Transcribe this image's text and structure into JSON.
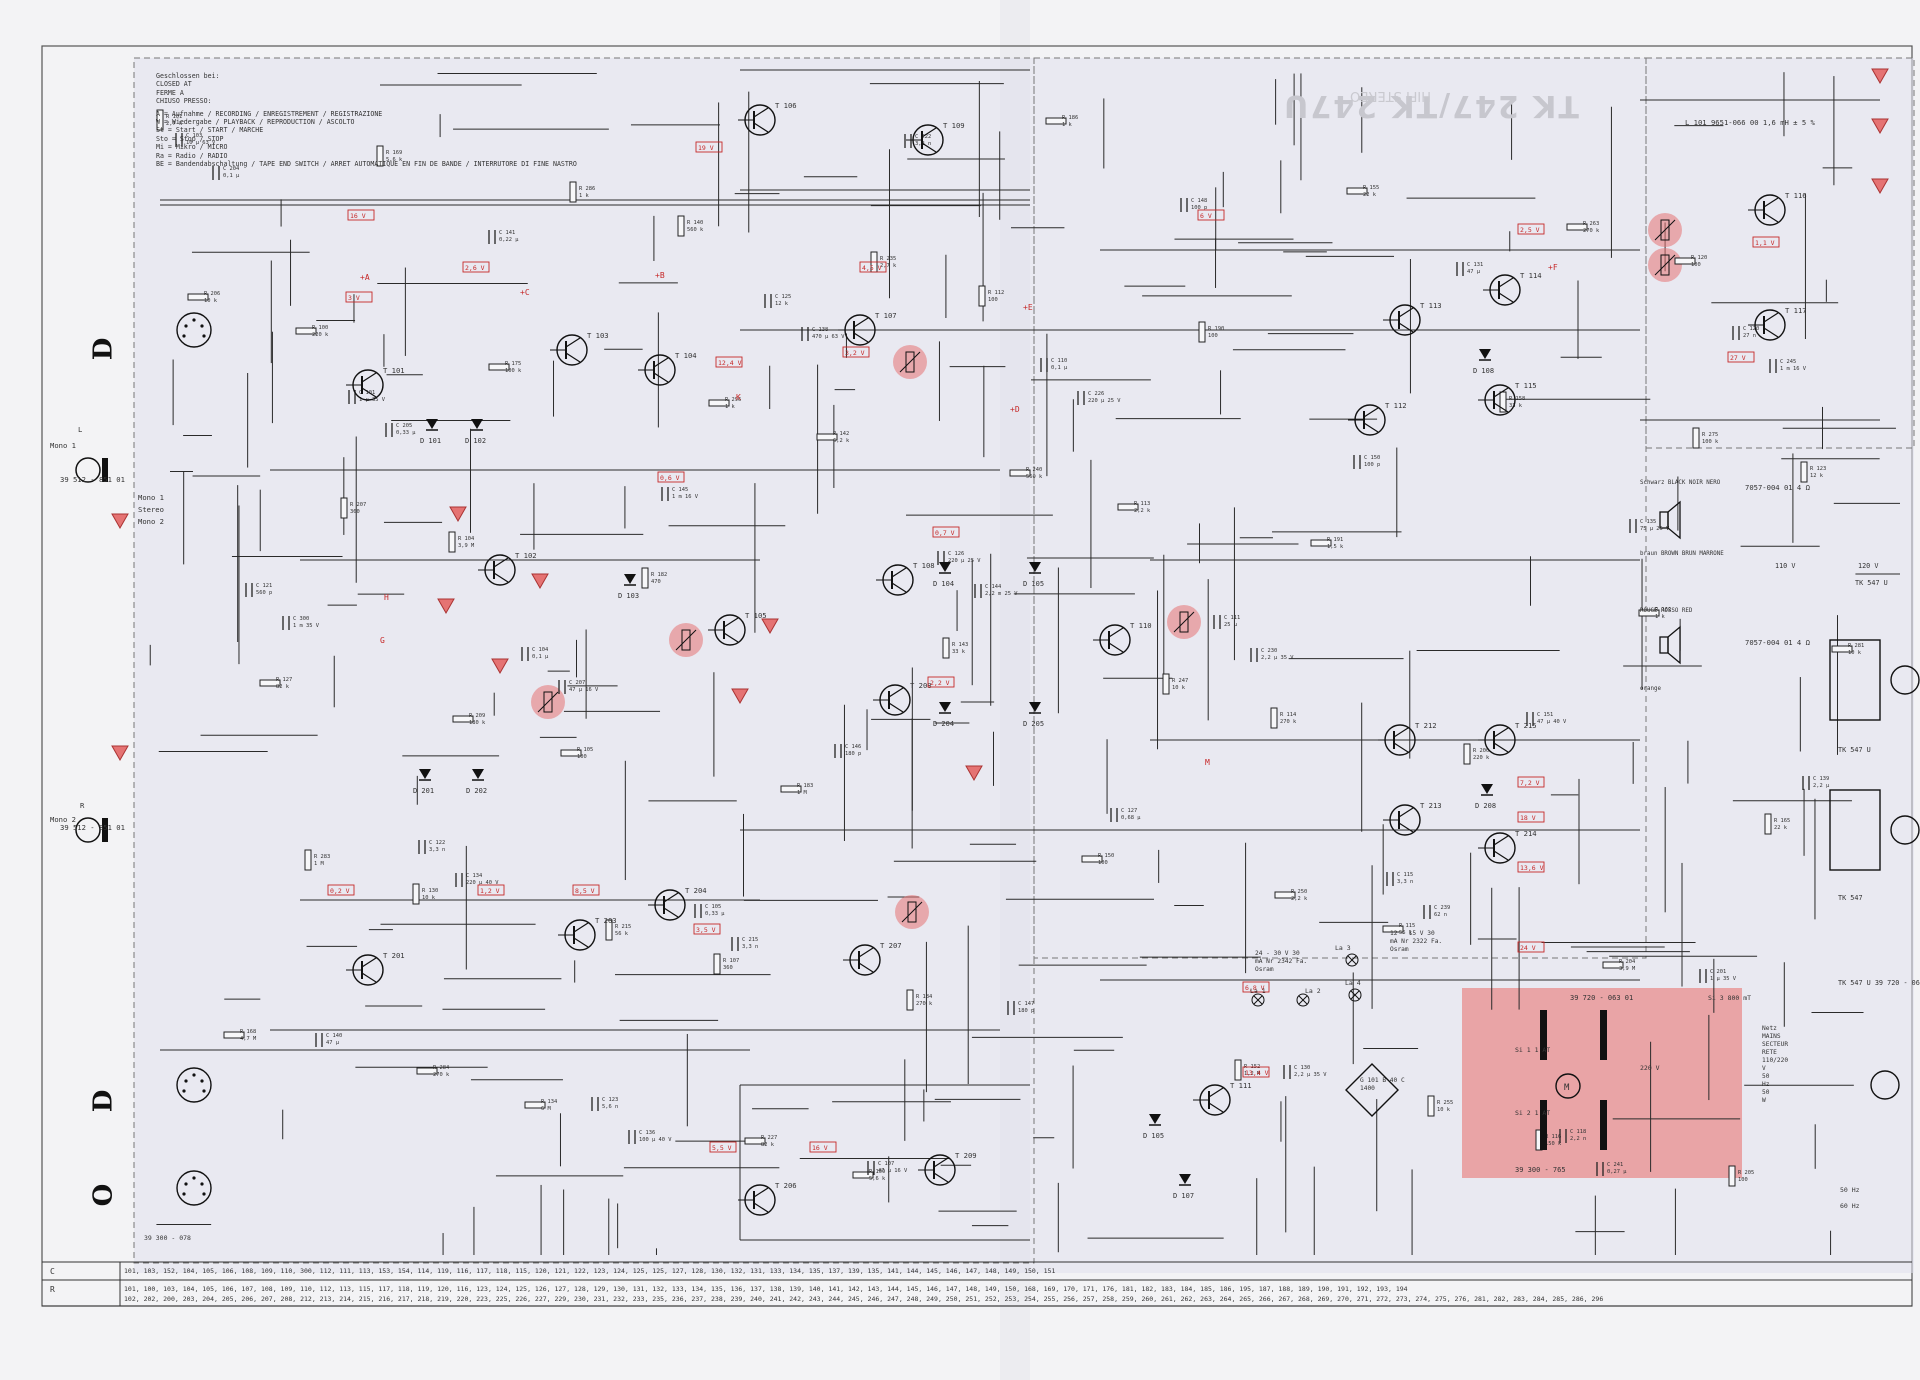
{
  "legend": {
    "lines": [
      "Geschlossen bei:",
      "CLOSED AT",
      "FERME A",
      "CHIUSO PRESSO:",
      "A = Aufnahme / RECORDING / ENREGISTREMENT / REGISTRAZIONE",
      "W = Wiedergabe / PLAYBACK / REPRODUCTION / ASCOLTO",
      "St = Start / START / MARCHE",
      "Sto = Stop / STOP",
      "Mi = Mikro / MICRO",
      "Ra = Radio / RADIO",
      "BE = Bandendabschaltung / TAPE END SWITCH / ARRET AUTOMATIQUE EN FIN DE BANDE / INTERRUTORE DI FINE NASTRO"
    ]
  },
  "mirror_title": "TK 247/TK 247U",
  "mirror_sub": "HIFI STEREO",
  "jack_letters": [
    "D",
    "D",
    "O"
  ],
  "transistors": [
    "T 106",
    "T 109",
    "T 101",
    "T 103",
    "T 104",
    "T 107",
    "T 108",
    "T 102",
    "T 105",
    "T 110",
    "T 113",
    "T 114",
    "T 112",
    "T 115",
    "T 116",
    "T 117",
    "T 201",
    "T 203",
    "T 204",
    "T 207",
    "T 208",
    "T 206",
    "T 209",
    "T 111",
    "T 212",
    "T 213",
    "T 214",
    "T 215"
  ],
  "diodes": [
    "D 101",
    "D 102",
    "D 103",
    "D 104",
    "D 105",
    "D 108",
    "D 201",
    "D 202",
    "D 204",
    "D 205",
    "D 208",
    "D 105",
    "D 107"
  ],
  "resistors": [
    "R 101 2,7 k",
    "R 100 220 k",
    "R 104 3,9 M",
    "R 105 100",
    "R 107 360",
    "R 109 5,6 k",
    "R 112 100",
    "R 113 2,2 k",
    "R 114 270 k",
    "R 115 56 k",
    "R 116 150 k",
    "R 120 100",
    "R 123 12 k",
    "R 127 82 k",
    "R 130 10 k",
    "R 134 6 M",
    "R 140 560 k",
    "R 142 6,2 k",
    "R 143 33 k",
    "R 150 100",
    "R 152 1,2 M",
    "R 155 22 k",
    "R 158 33 k",
    "R 162 1 k",
    "R 165 22 k",
    "R 168 4,7 M",
    "R 169 5,6 k",
    "R 175 100 k",
    "R 182 470",
    "R 183 1 M",
    "R 184 270 k",
    "R 186 1 k",
    "R 190 100",
    "R 191 1,5 k",
    "R 200 220 k",
    "R 204 3,9 M",
    "R 205 100",
    "R 206 10 k",
    "R 207 360",
    "R 209 180 k",
    "R 215 56 k",
    "R 227 82 k",
    "R 235 2,7 k",
    "R 240 560 k",
    "R 247 10 k",
    "R 250 2,2 k",
    "R 255 10 k",
    "R 263 270 k",
    "R 275 100 k",
    "R 281 10 k",
    "R 283 1 M",
    "R 284 270 k",
    "R 286 1 k",
    "R 296 1 k"
  ],
  "capacitors": [
    "C 103 10 μ 63 V",
    "C 101 1 μ 35 V",
    "C 104 0,1 μ",
    "C 105 0,33 μ",
    "C 107 47 μ 16 V",
    "C 110 0,1 μ",
    "C 111 25 μ",
    "C 115 3,3 n",
    "C 118 2,2 n",
    "C 120 27 n",
    "C 121 560 p",
    "C 122 3,3 n",
    "C 123 5,6 n",
    "C 125 12 k",
    "C 126 220 μ 25 V",
    "C 127 0,68 μ",
    "C 130 2,2 μ 35 V",
    "C 131 47 μ",
    "C 135 75 μ 25 V",
    "C 139 2,2 μ",
    "C 140 47 μ",
    "C 141 0,22 μ",
    "C 145 1 m 16 V",
    "C 146 180 p",
    "C 147 180 p",
    "C 148 100 p",
    "C 150 100 p",
    "C 151 47 μ 40 V",
    "C 201 1 μ 35 V",
    "C 204 0,1 μ",
    "C 205 0,33 μ",
    "C 207 47 μ 16 V",
    "C 215 3,3 n",
    "C 222 3,3 n",
    "C 226 220 μ 25 V",
    "C 230 2,2 μ 35 V",
    "C 239 62 n",
    "C 241 0,27 μ",
    "C 245 1 m 16 V",
    "C 300 1 m 35 V",
    "C 134 220 μ 40 V",
    "C 136 100 μ 40 V",
    "C 138 470 μ 63 V",
    "C 144 2,2 m 25 V"
  ],
  "voltage_marks": [
    "16 V",
    "3 V",
    "2,6 V",
    "19 V",
    "12,4 V",
    "4,5 V",
    "3,2 V",
    "6 V",
    "2,5 V",
    "1,1 V",
    "0,7 V",
    "2,2 V",
    "0,6 V",
    "3,5 V",
    "5,5 V",
    "16 V",
    "0,2 V",
    "1,2 V",
    "8,5 V",
    "6,8 V",
    "7,2 V",
    "18 V",
    "13,6 V",
    "13,4 V",
    "24 V",
    "27 V"
  ],
  "nodes": [
    "+A",
    "+B",
    "+C",
    "+D",
    "+E",
    "+F",
    "G",
    "H",
    "K",
    "M"
  ],
  "connectors": [
    "L",
    "Mono 1",
    "39 512 - 851 01",
    "R",
    "Mono 2",
    "39 512 - 851 01",
    "Mono 1",
    "Stereo",
    "Mono 2",
    "7057-004 01 4 Ω",
    "7057-004 01 4 Ω",
    "L 101 9651-066 00 1,6 mH ± 5 %"
  ],
  "tables": [
    "Schwarz BLACK NOIR NERO",
    "braun BROWN BRUN MARRONE",
    "ROUGE ROSSO RED",
    "orange"
  ],
  "transformer": {
    "code": "39 720 - 063 01",
    "block": "39 300 - 765",
    "notes": [
      "Netz MAINS SECTEUR RETE 110/220 V 50 Hz 50 W",
      "Si 1 1 AT",
      "Si 2 1 AT",
      "Si 3 800 mT",
      "220 V",
      "50 Hz",
      "60 Hz"
    ]
  },
  "motor_labels": [
    "TK 547 U",
    "TK 547",
    "TK 547 U 39 720 - 064 01",
    "110 V",
    "120 V",
    "TK 547 U"
  ],
  "supply": [
    "G 101 B 40 C 1400",
    "12 - 15 V 30 mA Nr 2322 Fa. Osram",
    "24 - 30 V 30 mA Nr 2342 Fa. Osram",
    "La 1",
    "La 2",
    "La 3",
    "La 4"
  ],
  "board_ids": [
    "39 300 - 078"
  ],
  "grid_C": "101, 103,   152, 104,   105, 106, 108,   109, 110, 300, 112,   111, 113,   153,  154,   114, 119, 116, 117, 118, 115, 120, 121, 122, 123, 124, 125, 125, 127, 128,   130,   132, 131, 133, 134, 135, 137, 139,   135,   141,   144,   145,   146, 147, 148, 149, 150,   151",
  "grid_R": "101,   100,   103, 104, 105,   106, 107, 108, 109, 110,   112, 113, 115, 117, 118, 119, 120, 116,   123, 124,   125, 126,   127, 128, 129, 130, 131, 132, 133,   134, 135, 136, 137, 138, 139, 140, 141, 142, 143, 144, 145, 146, 147, 148, 149, 150,   168, 169, 170, 171,   176,   181, 182, 183, 184, 185,   186,   195,   187, 188,   189, 190,   191, 192, 193, 194",
  "grid_R2": "102, 202,   200,   203, 204, 205,   206, 207, 208,   212,   213, 214, 215, 216, 217, 218, 219, 220,   223,   225, 226,   227,   229, 230, 231, 232, 233, 235, 236, 237, 238, 239, 240, 241, 242, 243, 244, 245, 246, 247, 248, 249, 250, 251, 252, 253, 254, 255, 256, 257, 258, 259, 260, 261, 262, 263, 264, 265, 266, 267, 268, 269, 270, 271, 272, 273, 274, 275, 276,   281, 282,   283, 284, 285,   286,   296",
  "row_keys": [
    "C",
    "R"
  ],
  "colors": {
    "accent": "#e57373",
    "grid": "#2a2a2a",
    "overlay": "#d9d9e6",
    "power_block": "#e88c8c"
  }
}
